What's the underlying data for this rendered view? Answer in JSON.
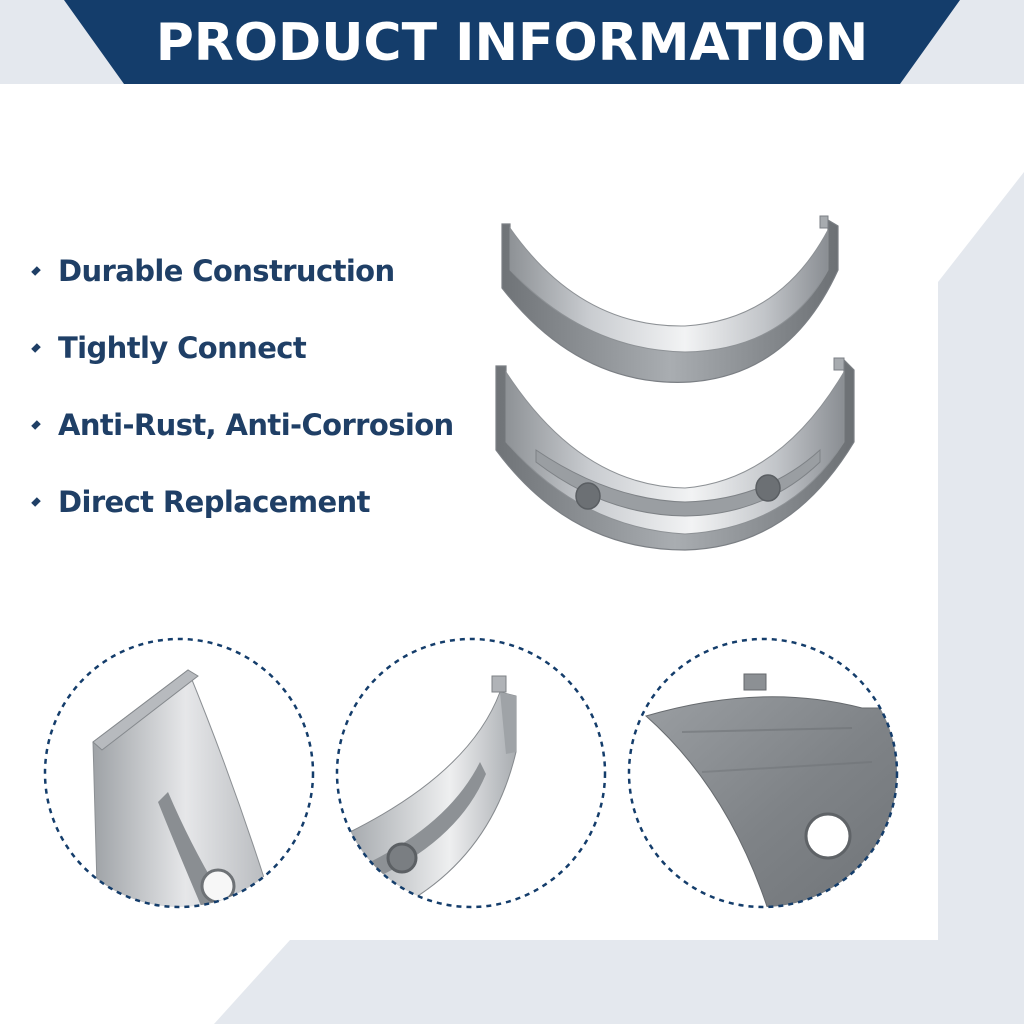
{
  "header": {
    "title": "PRODUCT INFORMATION"
  },
  "features": [
    {
      "label": "Durable Construction"
    },
    {
      "label": "Tightly Connect"
    },
    {
      "label": "Anti-Rust, Anti-Corrosion"
    },
    {
      "label": "Direct Replacement"
    }
  ],
  "theme": {
    "navy": "#1f3f66",
    "banner": "#143d6b",
    "light_gray": "#e4e8ee"
  },
  "icons": {
    "bullet": "diamond-icon"
  }
}
